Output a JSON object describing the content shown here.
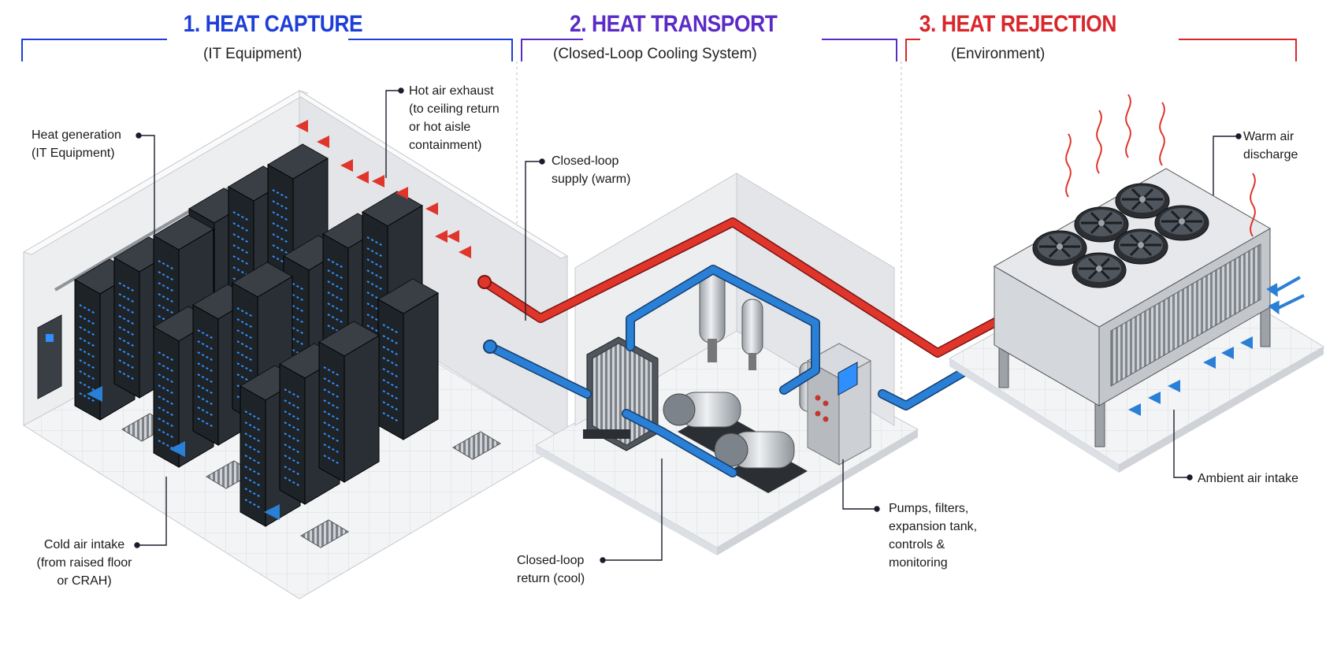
{
  "sections": [
    {
      "title": "1. HEAT CAPTURE",
      "subtitle": "(IT Equipment)",
      "color": "#1d3fd8"
    },
    {
      "title": "2. HEAT TRANSPORT",
      "subtitle": "(Closed-Loop Cooling System)",
      "color": "#5b2bc6"
    },
    {
      "title": "3. HEAT REJECTION",
      "subtitle": "(Environment)",
      "color": "#d9262b"
    }
  ],
  "callouts": {
    "heat_generation": "Heat generation\n(IT Equipment)",
    "hot_air_exhaust": "Hot air exhaust\n(to ceiling return\nor hot aisle\ncontainment)",
    "cold_air_intake": "Cold air intake\n(from raised floor\nor CRAH)",
    "closed_loop_supply": "Closed-loop\nsupply (warm)",
    "closed_loop_return": "Closed-loop\nreturn (cool)",
    "pumps_filters": "Pumps, filters,\nexpansion tank,\ncontrols &\nmonitoring",
    "warm_air_discharge": "Warm air\ndischarge",
    "ambient_air_intake": "Ambient air intake"
  },
  "colors": {
    "hot": "#e0352b",
    "cold": "#2a7fd6",
    "rack": "#1e2328",
    "led": "#2f8fff",
    "floor": "#f1f2f4",
    "wall": "#e9eaec",
    "line": "#1c1c2e"
  },
  "icons": [
    "server-rack-icon",
    "heat-exchanger-icon",
    "pump-icon",
    "expansion-tank-icon",
    "control-panel-icon",
    "dry-cooler-icon",
    "fan-icon"
  ]
}
